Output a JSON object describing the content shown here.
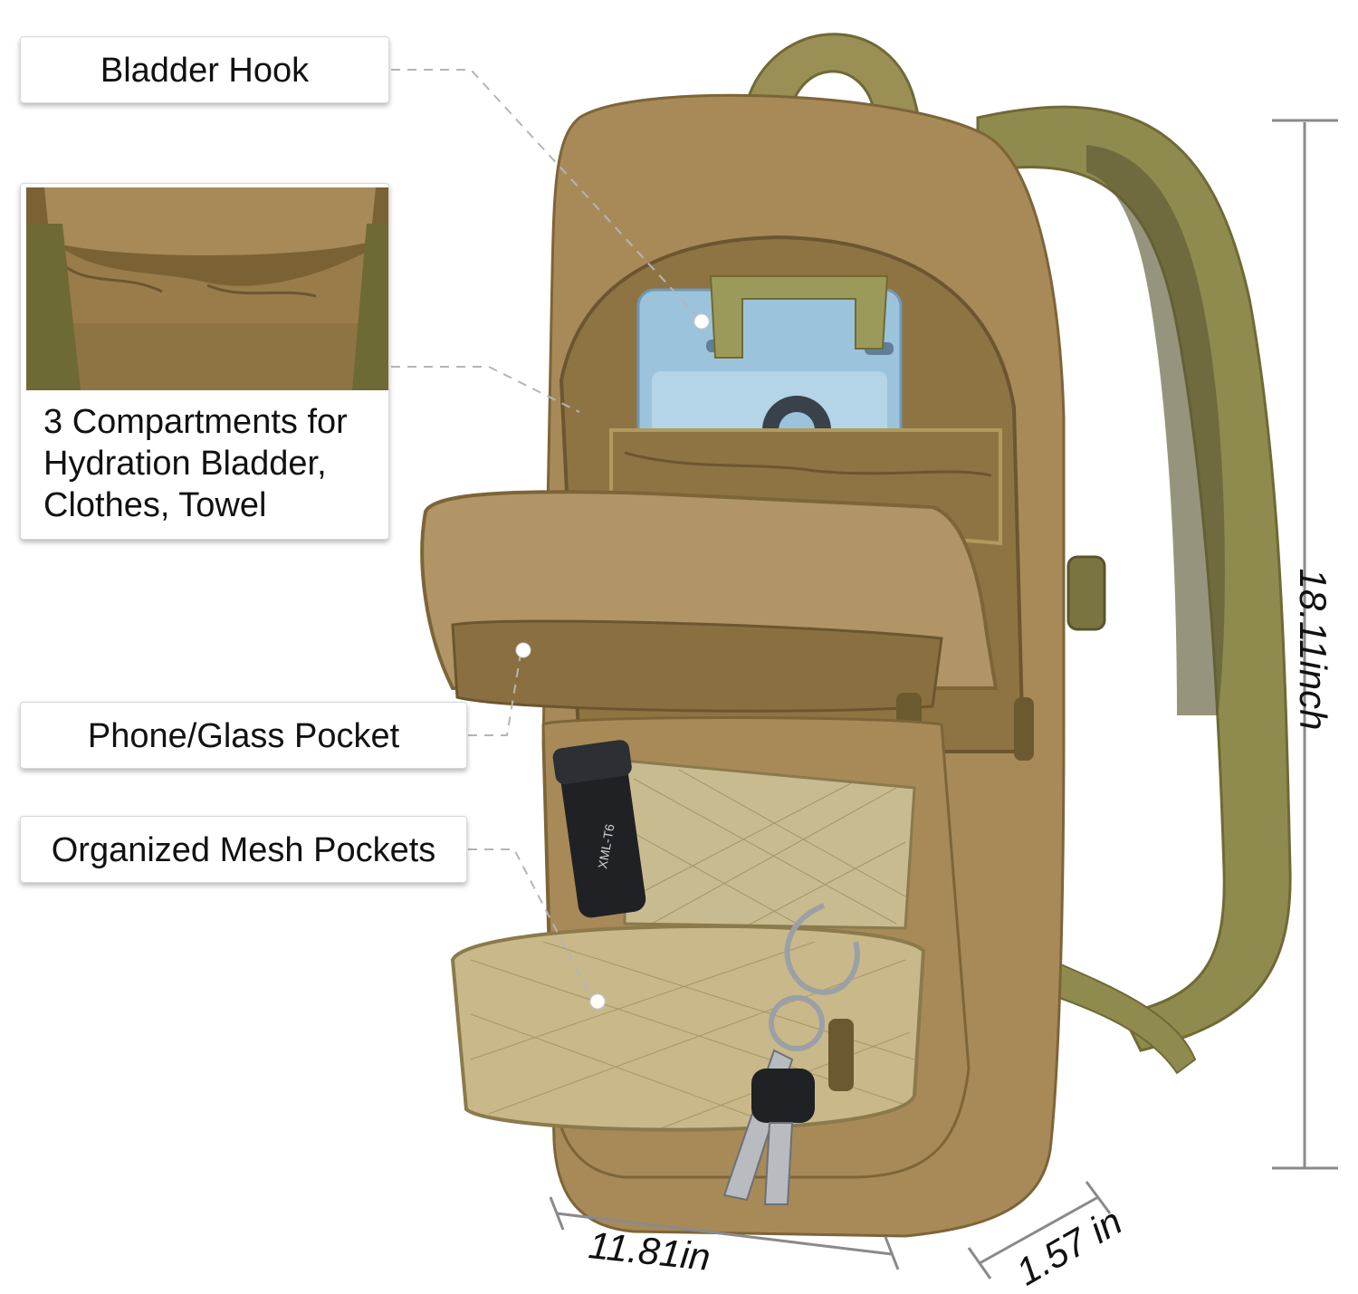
{
  "callouts": {
    "bladder_hook": "Bladder Hook",
    "compartments": [
      "3 Compartments for",
      "Hydration Bladder,",
      "Clothes, Towel"
    ],
    "phone_pocket": "Phone/Glass Pocket",
    "mesh_pockets": "Organized Mesh Pockets"
  },
  "dimensions": {
    "height": "18.11inch",
    "width": "11.81in",
    "depth": "1.57 in"
  },
  "flashlight_label": "XML-T6",
  "colors": {
    "fabric": "#a88a58",
    "fabric_dark": "#7d6538",
    "webbing": "#8c8a4c",
    "bladder": "#9cc3dc",
    "callout_border": "#d9d9d9"
  }
}
